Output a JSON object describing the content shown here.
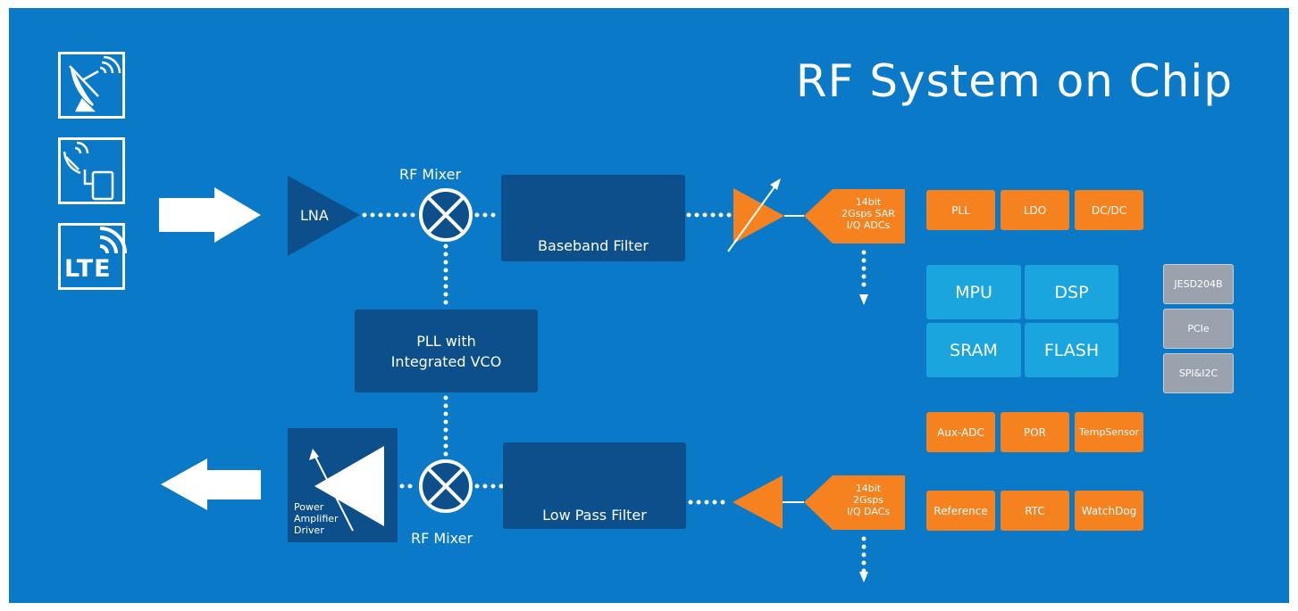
{
  "title": "RF System on Chip",
  "colors": {
    "background": "#0a79c8",
    "dark_block": "#0c4f8a",
    "orange": "#f5821f",
    "cyan": "#1aa5de",
    "gray": "#9aa3ad"
  },
  "icons": [
    "satellite-dish-icon",
    "phone-wireless-icon",
    "lte-icon"
  ],
  "lte_label": "LTE",
  "rx": {
    "lna": "LNA",
    "mixer_label": "RF Mixer",
    "filter": "Baseband Filter",
    "adc": [
      "14bit",
      "2Gsps SAR",
      "I/Q ADCs"
    ]
  },
  "pll_vco": [
    "PLL with",
    "Integrated VCO"
  ],
  "tx": {
    "pa": [
      "Power",
      "Amplifier",
      "Driver"
    ],
    "mixer_label": "RF Mixer",
    "filter": "Low Pass Filter",
    "dac": [
      "14bit",
      "2Gsps",
      "I/Q DACs"
    ]
  },
  "blocks": {
    "top_row": [
      "PLL",
      "LDO",
      "DC/DC"
    ],
    "core": [
      "MPU",
      "DSP",
      "SRAM",
      "FLASH"
    ],
    "mid_row": [
      "Aux-ADC",
      "POR",
      "TempSensor"
    ],
    "bottom_row": [
      "Reference",
      "RTC",
      "WatchDog"
    ],
    "interfaces": [
      "JESD204B",
      "PCIe",
      "SPI&I2C"
    ]
  }
}
